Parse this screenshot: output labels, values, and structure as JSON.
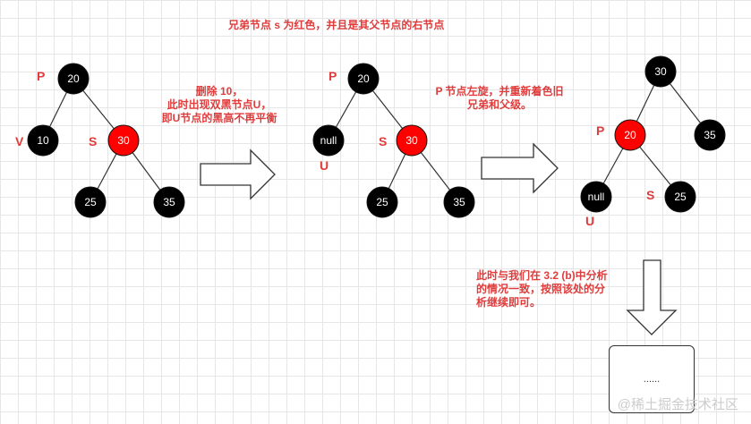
{
  "title": "兄弟节点 s 为红色，并且是其父节点的右节点",
  "step1_note": [
    "删除 10，",
    "此时出现双黑节点U，",
    "即U节点的黑高不再平衡"
  ],
  "step2_note": [
    "P 节点左旋，并重新着色旧",
    "兄弟和父级。"
  ],
  "step3_note": [
    "此时与我们在 3.2 (b)中分析",
    "的情况一致，按照该处的分",
    "析继续即可。"
  ],
  "next_box_text": "......",
  "watermark": "@稀土掘金技术社区",
  "colors": {
    "red_node": "#ff0000",
    "black_node": "#000000",
    "label": "#e03c3c",
    "node_text": "#ffffff"
  },
  "trees": [
    {
      "nodes": [
        {
          "id": "a20",
          "value": "20",
          "color": "black",
          "tag": "P"
        },
        {
          "id": "a10",
          "value": "10",
          "color": "black",
          "tag": "V"
        },
        {
          "id": "a30",
          "value": "30",
          "color": "red",
          "tag": "S"
        },
        {
          "id": "a25",
          "value": "25",
          "color": "black",
          "tag": ""
        },
        {
          "id": "a35",
          "value": "35",
          "color": "black",
          "tag": ""
        }
      ],
      "edges": [
        [
          "a20",
          "a10"
        ],
        [
          "a20",
          "a30"
        ],
        [
          "a30",
          "a25"
        ],
        [
          "a30",
          "a35"
        ]
      ]
    },
    {
      "nodes": [
        {
          "id": "b20",
          "value": "20",
          "color": "black",
          "tag": "P"
        },
        {
          "id": "bnull",
          "value": "null",
          "color": "black",
          "tag": "U"
        },
        {
          "id": "b30",
          "value": "30",
          "color": "red",
          "tag": "S"
        },
        {
          "id": "b25",
          "value": "25",
          "color": "black",
          "tag": ""
        },
        {
          "id": "b35",
          "value": "35",
          "color": "black",
          "tag": ""
        }
      ],
      "edges": [
        [
          "b20",
          "bnull"
        ],
        [
          "b20",
          "b30"
        ],
        [
          "b30",
          "b25"
        ],
        [
          "b30",
          "b35"
        ]
      ]
    },
    {
      "nodes": [
        {
          "id": "c30",
          "value": "30",
          "color": "black",
          "tag": ""
        },
        {
          "id": "c20",
          "value": "20",
          "color": "red",
          "tag": "P"
        },
        {
          "id": "c35",
          "value": "35",
          "color": "black",
          "tag": ""
        },
        {
          "id": "cnull",
          "value": "null",
          "color": "black",
          "tag": "U"
        },
        {
          "id": "c25",
          "value": "25",
          "color": "black",
          "tag": "S"
        }
      ],
      "edges": [
        [
          "c30",
          "c20"
        ],
        [
          "c30",
          "c35"
        ],
        [
          "c20",
          "cnull"
        ],
        [
          "c20",
          "c25"
        ]
      ]
    }
  ]
}
